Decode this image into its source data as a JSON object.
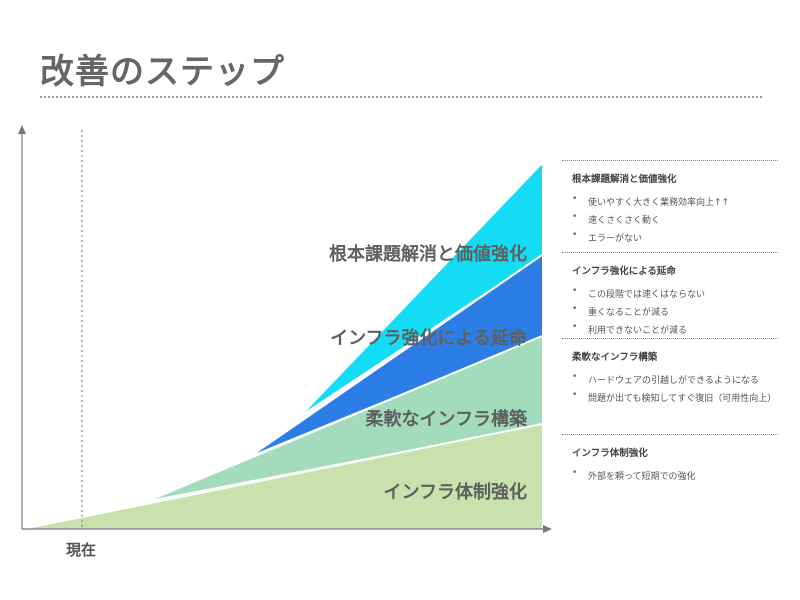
{
  "title": "改善のステップ",
  "x_axis_marker": "現在",
  "layers": [
    {
      "label": "根本課題解消と価値強化",
      "color": "#14dcf5"
    },
    {
      "label": "インフラ強化による延命",
      "color": "#2d7de6"
    },
    {
      "label": "柔軟なインフラ構築",
      "color": "#a3dcbd"
    },
    {
      "label": "インフラ体制強化",
      "color": "#c9e2ad"
    }
  ],
  "legend": [
    {
      "heading": "根本課題解消と価値強化",
      "items": [
        "使いやすく大きく業務効率向上↑↑",
        "速くさくさく動く",
        "エラーがない"
      ]
    },
    {
      "heading": "インフラ強化による延命",
      "items": [
        "この段階では速くはならない",
        "重くなることが減る",
        "利用できないことが減る"
      ]
    },
    {
      "heading": "柔軟なインフラ構築",
      "items": [
        "ハードウェアの引越しができるようになる",
        "問題が出ても検知してすぐ復旧（可用性向上）"
      ]
    },
    {
      "heading": "インフラ体制強化",
      "items": [
        "外部を頼って短期での強化"
      ]
    }
  ]
}
